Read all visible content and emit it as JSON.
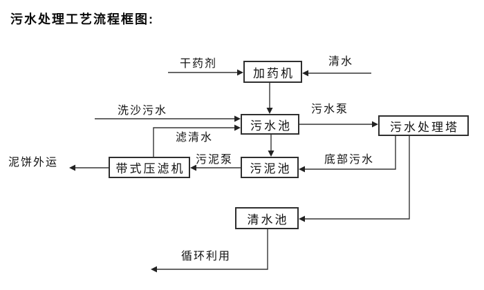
{
  "page": {
    "title": "污水处理工艺流程框图:"
  },
  "diagram": {
    "background": "#ffffff",
    "line_color": "#333333",
    "text_color": "#111111",
    "boxes": [
      {
        "name": "dosing-machine",
        "label": "加药机"
      },
      {
        "name": "sewage-pool",
        "label": "污水池"
      },
      {
        "name": "sewage-treatment-tower",
        "label": "污水处理塔"
      },
      {
        "name": "belt-filter-press",
        "label": "带式压滤机"
      },
      {
        "name": "sludge-pool",
        "label": "污泥池"
      },
      {
        "name": "clear-water-pool",
        "label": "清水池"
      }
    ],
    "labels": [
      {
        "name": "dry-chemical",
        "text": "干药剂"
      },
      {
        "name": "clean-water",
        "text": "清水"
      },
      {
        "name": "sand-washing-sewage",
        "text": "洗沙污水"
      },
      {
        "name": "sewage-pump",
        "text": "污水泵"
      },
      {
        "name": "filtered-clear-water",
        "text": "滤清水"
      },
      {
        "name": "mud-cake-transport",
        "text": "泥饼外运"
      },
      {
        "name": "sludge-pump",
        "text": "污泥泵"
      },
      {
        "name": "bottom-sewage",
        "text": "底部污水"
      },
      {
        "name": "recycling-use",
        "text": "循环利用"
      }
    ]
  }
}
